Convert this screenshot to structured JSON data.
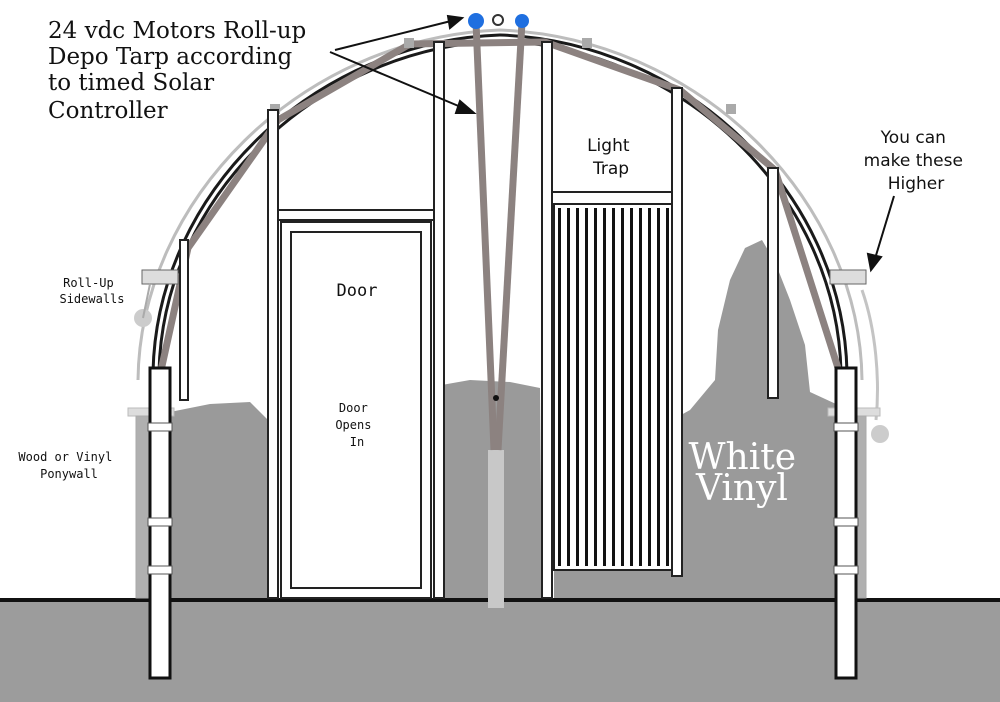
{
  "labels": {
    "motors": [
      "24 vdc Motors Roll-up",
      "Depo Tarp according",
      " to timed Solar",
      "Controller"
    ],
    "light_trap": [
      "Light",
      "Trap"
    ],
    "higher": [
      "You can",
      "make these",
      "Higher"
    ],
    "rollup": [
      "Roll-Up",
      "Sidewalls"
    ],
    "door": "Door",
    "door_opens": [
      "Door",
      "Opens",
      "In"
    ],
    "ponywall": [
      "Wood or Vinyl",
      "Ponywall"
    ],
    "white_vinyl": [
      "White",
      "Vinyl"
    ]
  },
  "colors": {
    "grey_fill": "#9a9a9a",
    "ground": "#9c9c9c",
    "rafter": "#8c8280",
    "frame": "#1a1a1a",
    "motor_blue": "#1f6fe0"
  }
}
